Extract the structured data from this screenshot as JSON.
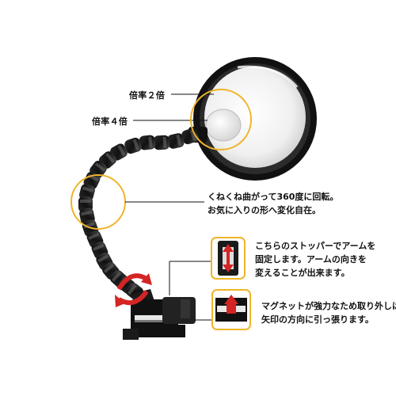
{
  "labels": {
    "mag_2x": "倍率２倍",
    "mag_4x": "倍率４倍"
  },
  "notes": {
    "rotation": [
      "くねくね曲がって360度に回転。",
      "お気に入りの形へ変化自在。"
    ],
    "stopper": [
      "こちらのストッパーでアームを",
      "固定します。アームの向きを",
      "変えることが出来ます。"
    ],
    "magnet": [
      "マグネットが強力なため取り外しは",
      "矢印の方向に引っ張ります。"
    ]
  },
  "colors": {
    "callout": "#f0b429",
    "arrow_red": "#d42424",
    "arrow_red_dark": "#a01818",
    "product_black": "#111111"
  }
}
